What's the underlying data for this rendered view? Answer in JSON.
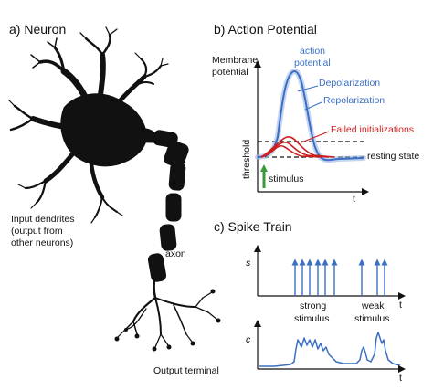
{
  "panels": {
    "neuron": {
      "title": "a) Neuron",
      "dendrites_label": [
        "Input dendrites",
        "(output from",
        "other neurons)"
      ],
      "axon_label": "axon",
      "terminal_label": "Output terminal"
    },
    "action_potential": {
      "title": "b) Action Potential",
      "ylabel_line1": "Membrane",
      "ylabel_line2": "potential",
      "threshold_label": "threshold",
      "action_potential_label_line1": "action",
      "action_potential_label_line2": "potential",
      "depolarization_label": "Depolarization",
      "repolarization_label": "Repolarization",
      "failed_label": "Failed initializations",
      "resting_label": "resting state",
      "stimulus_label": "stimulus",
      "time_label": "t"
    },
    "spike_train": {
      "title": "c) Spike Train",
      "s_axis_label": "s",
      "c_axis_label": "c",
      "strong_label_line1": "strong",
      "strong_label_line2": "stimulus",
      "weak_label_line1": "weak",
      "weak_label_line2": "stimulus",
      "time_label_top": "t",
      "time_label_bottom": "t"
    }
  },
  "colors": {
    "neuron": "#111111",
    "ap_curve": "#3a6fc4",
    "failed": "#cc1e1e",
    "stimulus_arrow": "#3a9a3a",
    "spike": "#3a6fc4"
  }
}
